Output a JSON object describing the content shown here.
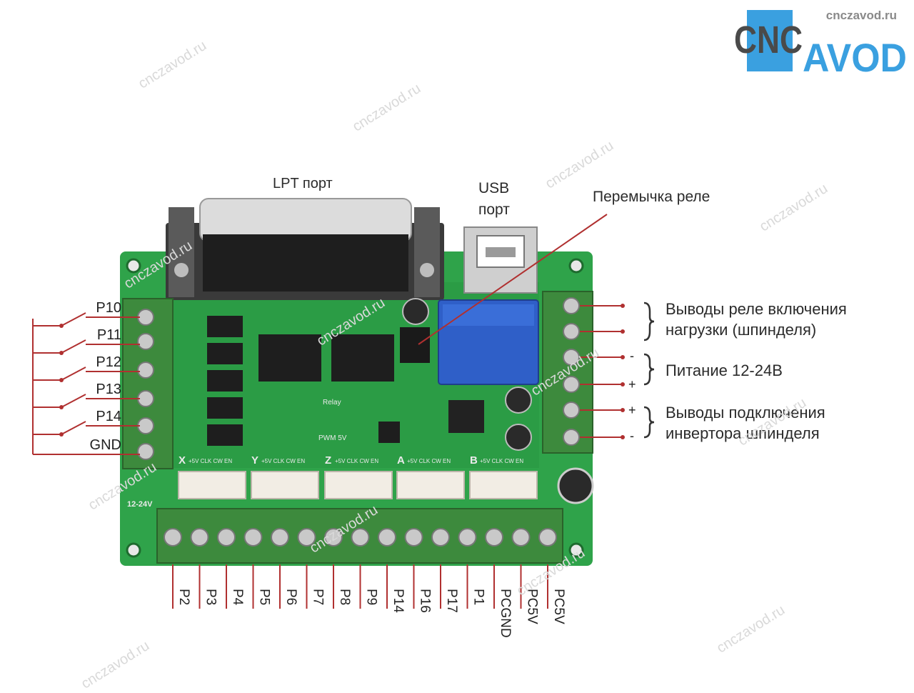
{
  "site_url": "cnczavod.ru",
  "logo": {
    "part1": "CNC",
    "part2": "AVOD",
    "accent_color": "#3aa0e0",
    "dark_color": "#4a4a4a"
  },
  "watermark": "cnczavod.ru",
  "labels": {
    "lpt_port": "LPT порт",
    "usb_line1": "USB",
    "usb_line2": "порт",
    "relay_jumper": "Перемычка реле",
    "relay_out_line1": "Выводы реле включения",
    "relay_out_line2": "нагрузки (шпинделя)",
    "power": "Питание 12-24В",
    "inverter_line1": "Выводы подключения",
    "inverter_line2": "инвертора шпинделя"
  },
  "signs": {
    "minus": "-",
    "plus": "+"
  },
  "left_pins": [
    "P10",
    "P11",
    "P12",
    "P13",
    "P14",
    "GND"
  ],
  "bottom_pins": [
    "P2",
    "P3",
    "P4",
    "P5",
    "P6",
    "P7",
    "P8",
    "P9",
    "P14",
    "P16",
    "P17",
    "P1",
    "PCGND",
    "PC5V",
    "PC5V"
  ],
  "board": {
    "axes": [
      "X",
      "Y",
      "Z",
      "A",
      "B"
    ],
    "axis_pin_labels": "+5V CLK CW EN",
    "power_label": "12-24V",
    "led_relay": "Relay",
    "led_pwm": "PWM 5V",
    "colors": {
      "pcb": "#2fa34a",
      "terminal": "#3d8a3d",
      "connector": "#f2ede4",
      "relay": "#2f5fc8",
      "wire": "#b03030"
    }
  }
}
